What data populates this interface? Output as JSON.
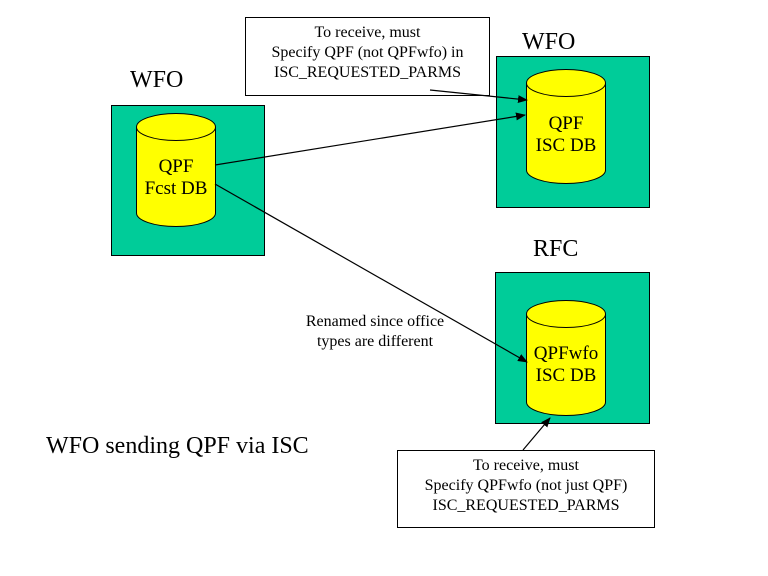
{
  "offices": {
    "source": {
      "label": "WFO",
      "db_lines": [
        "QPF",
        "Fcst DB"
      ]
    },
    "wfo_target": {
      "label": "WFO",
      "db_lines": [
        "QPF",
        "ISC DB"
      ]
    },
    "rfc_target": {
      "label": "RFC",
      "db_lines": [
        "QPFwfo",
        "ISC DB"
      ]
    }
  },
  "notes": {
    "wfo_receive": [
      "To receive, must",
      "Specify QPF (not QPFwfo) in",
      "ISC_REQUESTED_PARMS"
    ],
    "rfc_receive": [
      "To receive, must",
      "Specify QPFwfo (not just QPF)",
      "ISC_REQUESTED_PARMS"
    ]
  },
  "annotation_rename": [
    "Renamed since office",
    "types are different"
  ],
  "caption": "WFO sending QPF via ISC",
  "colors": {
    "office_fill": "#00cc99",
    "db_fill": "#ffff00",
    "outline": "#000000"
  }
}
